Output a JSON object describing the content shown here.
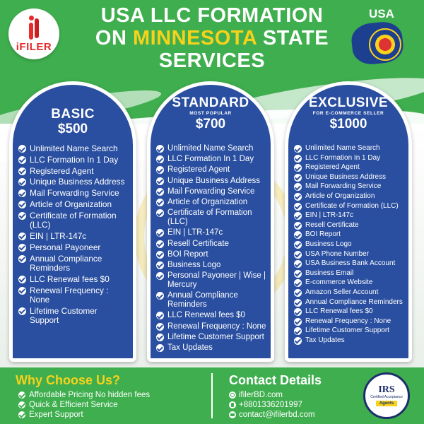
{
  "brand": {
    "logo_text": "iFILER"
  },
  "header": {
    "title_line1": "USA LLC FORMATION",
    "title_on": "ON",
    "title_highlight": "MINNESOTA",
    "title_state": "STATE",
    "title_line3": "SERVICES",
    "usa_label": "USA"
  },
  "colors": {
    "green": "#3fae4e",
    "blue": "#2a4fa0",
    "yellow": "#f7d21b",
    "red": "#e52b2b"
  },
  "plans": [
    {
      "name": "BASIC",
      "subtitle": "",
      "price": "$500",
      "features": [
        "Unlimited Name Search",
        "LLC Formation In 1 Day",
        "Registered Agent",
        "Unique Business Address",
        "Mail Forwarding Service",
        "Article of Organization",
        "Certificate of Formation (LLC)",
        "EIN | LTR-147c",
        "Personal Payoneer",
        "Annual Compliance Reminders",
        "LLC Renewal fees $0",
        "Renewal Frequency : None",
        "Lifetime Customer Support"
      ]
    },
    {
      "name": "STANDARD",
      "subtitle": "MOST POPULAR",
      "price": "$700",
      "features": [
        "Unlimited Name Search",
        "LLC Formation In 1 Day",
        "Registered Agent",
        "Unique Business Address",
        "Mail Forwarding Service",
        "Article of Organization",
        "Certificate of Formation (LLC)",
        "EIN | LTR-147c",
        "Resell Certificate",
        "BOI Report",
        "Business Logo",
        "Personal Payoneer | Wise | Mercury",
        "Annual Compliance Reminders",
        "LLC Renewal fees $0",
        "Renewal Frequency : None",
        "Lifetime Customer Support",
        "Tax Updates"
      ]
    },
    {
      "name": "EXCLUSIVE",
      "subtitle": "FOR E-COMMERCE SELLER",
      "price": "$1000",
      "features": [
        "Unlimited Name Search",
        "LLC Formation In 1 Day",
        "Registered Agent",
        "Unique Business Address",
        "Mail Forwarding Service",
        "Article of Organization",
        "Certificate of Formation (LLC)",
        "EIN | LTR-147c",
        "Resell Certificate",
        "BOI Report",
        "Business Logo",
        "USA Phone Number",
        "USA Business Bank Account",
        "Business Email",
        "E-commerce Website",
        "Amazon Seller Account",
        "Annual Compliance Reminders",
        "LLC Renewal fees $0",
        "Renewal Frequency : None",
        "Lifetime Customer Support",
        "Tax Updates"
      ]
    }
  ],
  "why": {
    "title": "Why Choose Us?",
    "items": [
      "Affordable Pricing No hidden fees",
      "Quick & Efficient Service",
      "Expert Support"
    ]
  },
  "contact": {
    "title": "Contact Details",
    "items": [
      {
        "icon": "globe-icon",
        "text": "ifilerBD.com"
      },
      {
        "icon": "whatsapp-icon",
        "text": "+8801336201997"
      },
      {
        "icon": "telegram-icon",
        "text": "contact@ifilerbd.com"
      }
    ]
  },
  "irs_badge": {
    "name": "IRS",
    "sub": "Certified Acceptance",
    "band": "Agents"
  }
}
